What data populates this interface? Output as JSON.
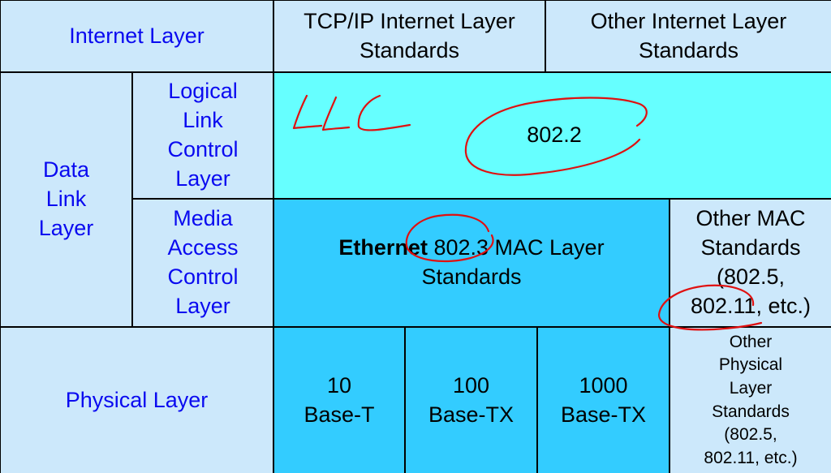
{
  "internet": {
    "row_label": "Internet Layer",
    "tcpip": "TCP/IP Internet Layer\nStandards",
    "other": "Other Internet Layer\nStandards"
  },
  "datalink": {
    "row_label": "Data\nLink\nLayer",
    "llc_label": "Logical\nLink\nControl\nLayer",
    "llc_value": "802.2",
    "mac_label": "Media\nAccess\nControl\nLayer",
    "mac_bold": "Ethernet",
    "mac_rest": " 802.3 MAC Layer Standards",
    "mac_other": "Other MAC\nStandards\n(802.5,\n802.11, etc.)"
  },
  "physical": {
    "row_label": "Physical Layer",
    "std_10": "10\nBase-T",
    "std_100": "100\nBase-TX",
    "std_1000": "1000\nBase-TX",
    "other": "Other\nPhysical\nLayer\nStandards\n(802.5,\n802.11, etc.)"
  },
  "annotation": {
    "handwritten": "LLC",
    "ink_color": "#e01010"
  }
}
